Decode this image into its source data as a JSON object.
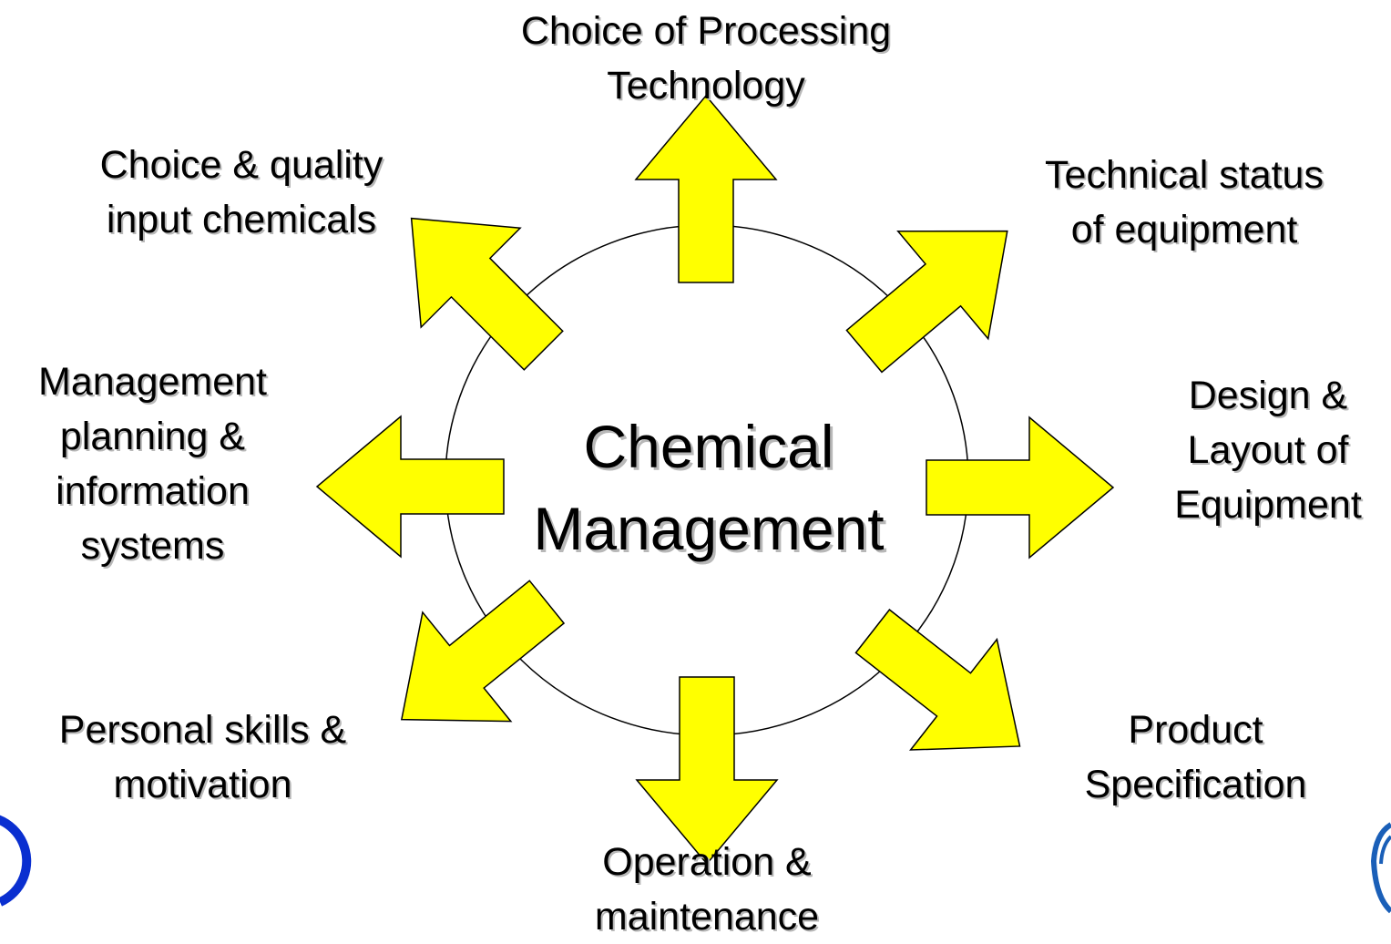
{
  "center": {
    "line1": "Chemical",
    "line2": "Management"
  },
  "factors": {
    "processing": {
      "line1": "Choice of Processing",
      "line2": "Technology"
    },
    "technical": {
      "line1": "Technical status",
      "line2": "of equipment"
    },
    "design": {
      "line1": "Design &",
      "line2": "Layout of",
      "line3": "Equipment"
    },
    "product": {
      "line1": "Product",
      "line2": "Specification"
    },
    "operation": {
      "line1": "Operation &",
      "line2": "maintenance"
    },
    "personal": {
      "line1": "Personal skills &",
      "line2": "motivation"
    },
    "management": {
      "line1": "Management",
      "line2": "planning &",
      "line3": "information",
      "line4": "systems"
    },
    "inputs": {
      "line1": "Choice & quality",
      "line2": "input chemicals"
    }
  },
  "colors": {
    "arrow_fill": "#ffff00",
    "outline": "#000000",
    "logo_blue": "#0a2fd0"
  },
  "icons": {
    "left_logo": "blue-circle-logo",
    "right_logo": "emblem-logo"
  }
}
